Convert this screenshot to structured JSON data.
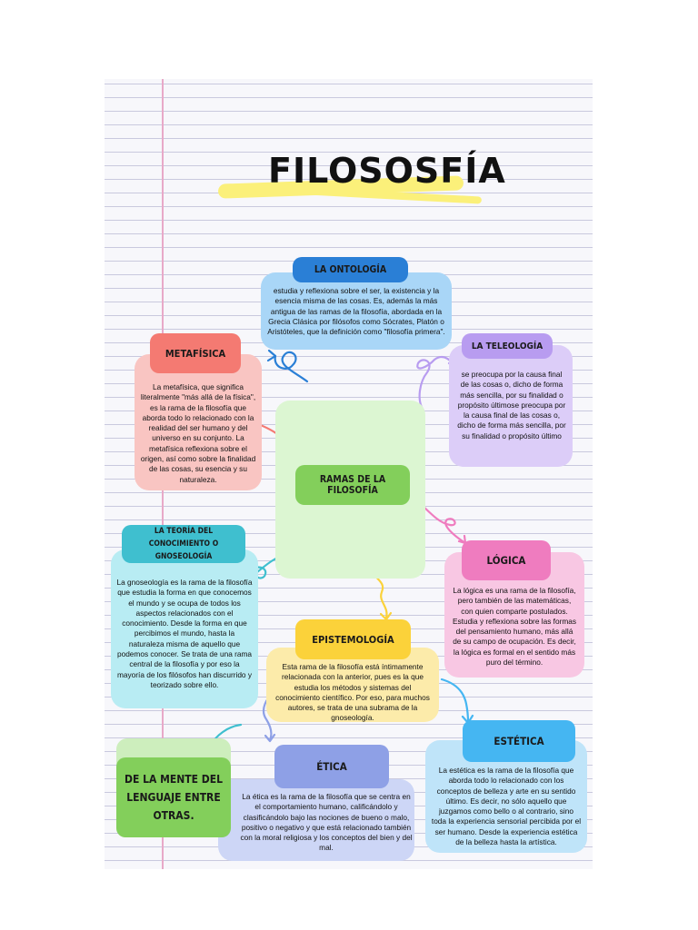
{
  "title": "FILOSOSFÍA",
  "center": {
    "label": "RAMAS DE LA FILOSOFÍA"
  },
  "nodes": {
    "ontologia": {
      "label": "LA ONTOLOGÍA",
      "text": "estudia y reflexiona sobre el ser, la existencia y la esencia misma de las cosas. Es, además la más antigua de las ramas de la filosofía, abordada en la Grecia Clásica por filósofos como Sócrates, Platón o Aristóteles, que la definición como \"filosofía primera\"."
    },
    "metafisica": {
      "label": "METAFÍSICA",
      "text": "La metafísica, que significa literalmente \"más allá de la física\", es la rama de la filosofía que aborda todo lo relacionado con la realidad del ser humano y del universo en su conjunto. La metafísica reflexiona sobre el origen, así como sobre la finalidad de las cosas, su esencia y su naturaleza."
    },
    "teleologia": {
      "label": "LA TELEOLOGÍA",
      "text": "se preocupa por la causa final de las cosas o, dicho de forma más sencilla, por su finalidad o propósito últimose preocupa por la causa final de las cosas o, dicho de forma más sencilla, por su finalidad o propósito último"
    },
    "gnoseologia": {
      "label": "LA TEORÍA DEL CONOCIMIENTO O GNOSEOLOGÍA",
      "text": "La gnoseología es la rama de la filosofía que estudia la forma en que conocemos el mundo y se ocupa de todos los aspectos relacionados con el conocimiento. Desde la forma en que percibimos el mundo, hasta la naturaleza misma de aquello que podemos conocer. Se trata de una rama central de la filosofía y por eso la mayoría de los filósofos han discurrido y teorizado sobre ello."
    },
    "logica": {
      "label": "LÓGICA",
      "text": "La lógica es una rama de la filosofía, pero también de las matemáticas, con quien comparte postulados. Estudia y reflexiona sobre las formas del pensamiento humano, más allá de su campo de ocupación. Es decir, la lógica es formal en el sentido más puro del término."
    },
    "epistemologia": {
      "label": "EPISTEMOLOGÍA",
      "text": "Esta rama de la filosofía está íntimamente relacionada con la anterior, pues es la que estudia los métodos y sistemas del conocimiento científico. Por eso, para muchos autores, se trata de una subrama de la gnoseología."
    },
    "estetica": {
      "label": "ESTÉTICA",
      "text": "La estética es la rama de la filosofía que aborda todo lo relacionado con los conceptos de belleza y arte en su sentido último. Es decir, no sólo aquello que juzgamos como bello o al contrario, sino toda la experiencia sensorial percibida por el ser humano. Desde la experiencia estética de la belleza hasta la artística."
    },
    "etica": {
      "label": "ÉTICA",
      "text": "La ética es la rama de la filosofía que se centra en el comportamiento humano, calificándolo y clasificándolo bajo las nociones de bueno o malo, positivo o negativo y que está relacionado también con la moral religiosa y los conceptos del bien y del mal."
    },
    "mente": {
      "label": "DE LA MENTE DEL LENGUAJE ENTRE OTRAS."
    }
  },
  "colors": {
    "ontologia_label": "#2a7fd6",
    "ontologia_card": "#a9d6f7",
    "metafisica_label": "#f47a72",
    "metafisica_card": "#f9c5c2",
    "teleologia_label": "#b89cf0",
    "teleologia_card": "#dccdf8",
    "gnoseologia_label": "#3fbfcf",
    "gnoseologia_card": "#b8ecf3",
    "logica_label": "#ef7cbf",
    "logica_card": "#f8c7e3",
    "epistemologia_label": "#fbd23a",
    "epistemologia_card": "#fcebaa",
    "estetica_label": "#45b6f2",
    "estetica_card": "#bfe4f9",
    "etica_label": "#8ea0e6",
    "etica_card": "#cdd6f6",
    "mente_label": "#83cf5b",
    "mente_card": "#cdeebd",
    "center_label": "#83cf5b",
    "center_card": "#dcf6d2"
  }
}
